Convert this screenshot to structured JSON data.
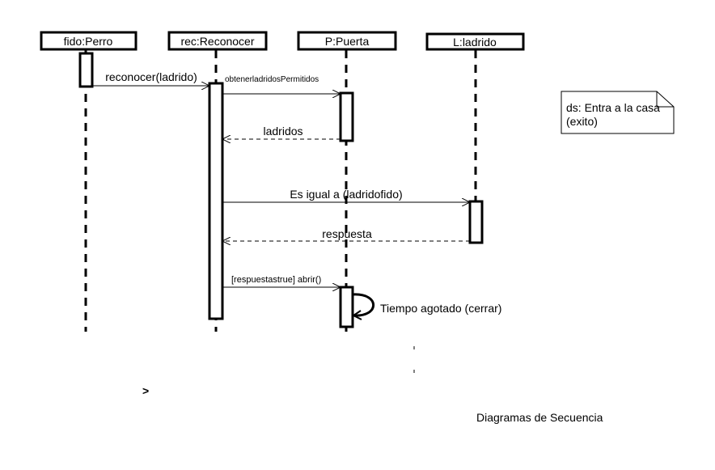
{
  "lifelines": [
    {
      "label": "fido:Perro"
    },
    {
      "label": "rec:Reconocer"
    },
    {
      "label": "P:Puerta"
    },
    {
      "label": "L:ladrido"
    }
  ],
  "messages": {
    "reconocer": "reconocer(ladrido)",
    "obtener": "obtenerladridosPermitidos",
    "ladridos": "ladridos",
    "esigual": "Es igual a (ladridofido)",
    "respuesta": "respuesta",
    "abrir": "[respuestastrue] abrir()",
    "tiempo": "Tiempo agotado (cerrar)"
  },
  "note": {
    "line1": "ds: Entra a la casa",
    "line2": "(exito)"
  },
  "stray_mark": ">",
  "caption": "Diagramas de Secuencia"
}
